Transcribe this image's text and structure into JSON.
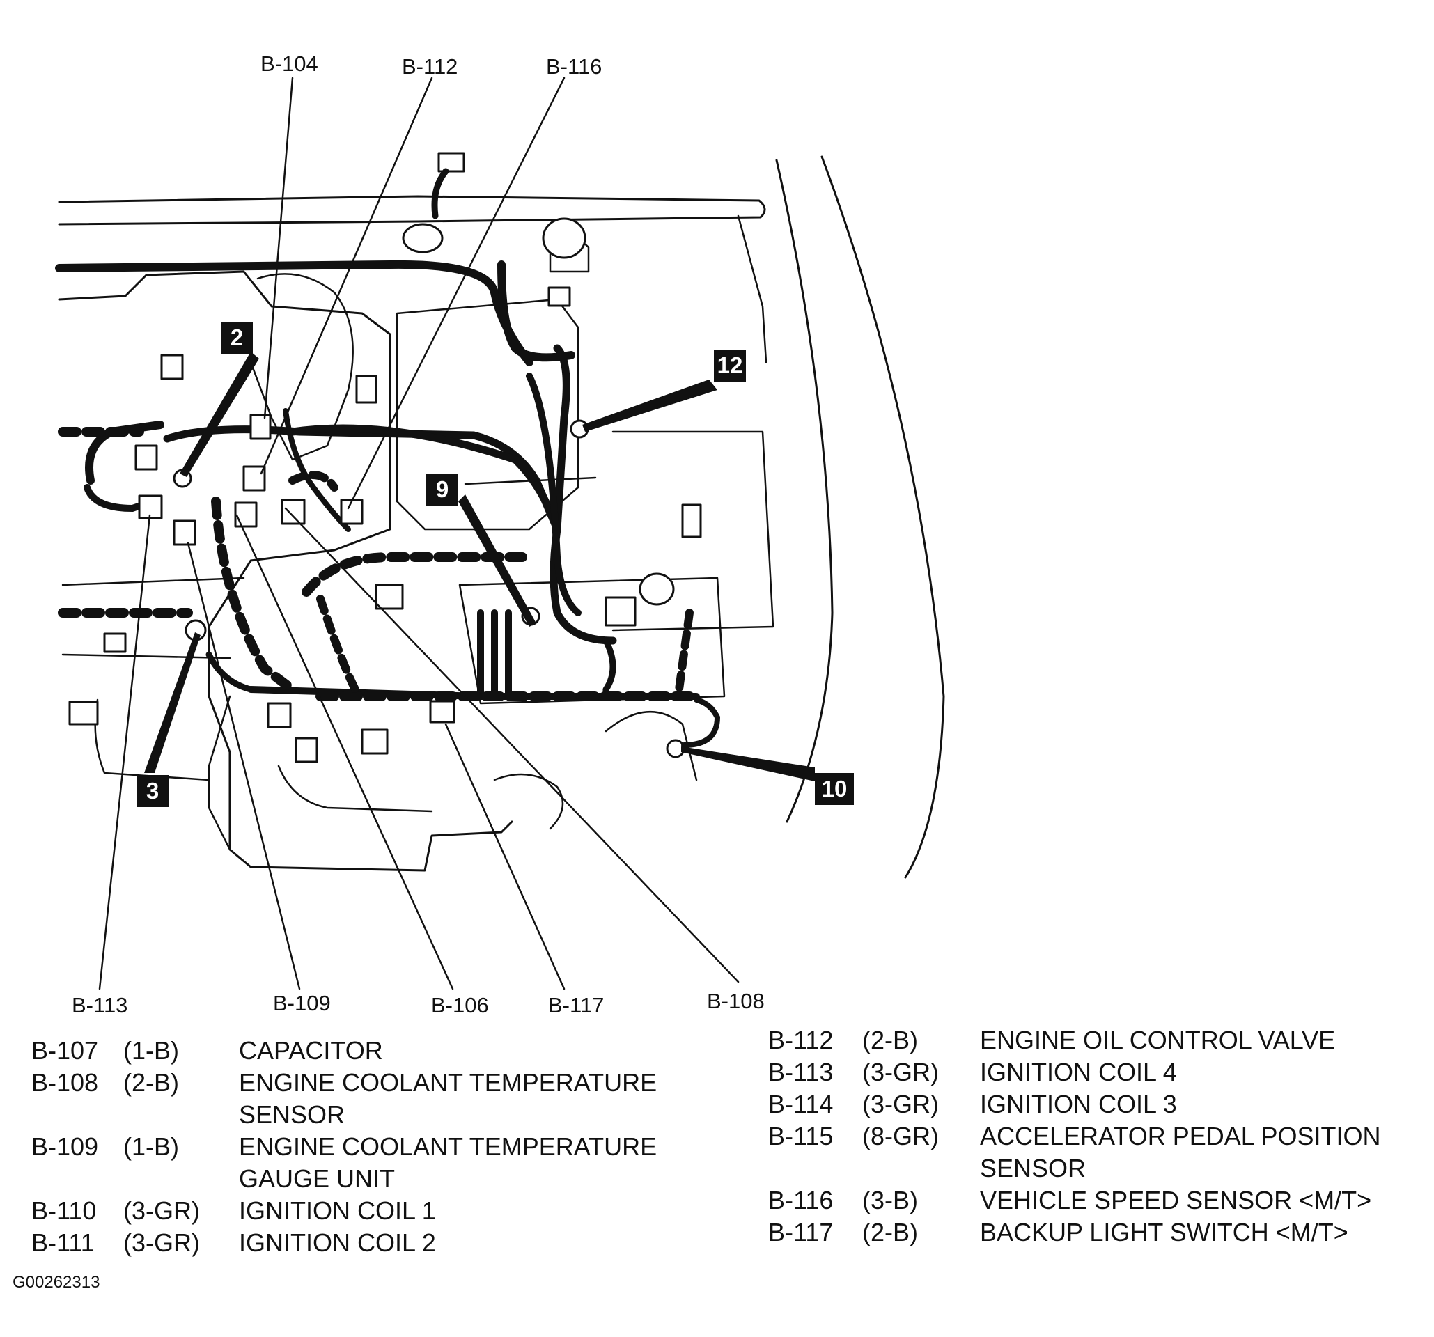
{
  "callouts": {
    "top": [
      "B-104",
      "B-112",
      "B-116"
    ],
    "bottom": [
      "B-113",
      "B-109",
      "B-106",
      "B-117",
      "B-108"
    ]
  },
  "badges": [
    "2",
    "12",
    "9",
    "3",
    "10"
  ],
  "legend_left": [
    {
      "code": "B-107",
      "pins": "(1-B)",
      "desc": "CAPACITOR"
    },
    {
      "code": "B-108",
      "pins": "(2-B)",
      "desc": "ENGINE COOLANT TEMPERATURE SENSOR"
    },
    {
      "code": "B-109",
      "pins": "(1-B)",
      "desc": "ENGINE COOLANT TEMPERATURE GAUGE UNIT"
    },
    {
      "code": "B-110",
      "pins": "(3-GR)",
      "desc": "IGNITION COIL 1"
    },
    {
      "code": "B-111",
      "pins": "(3-GR)",
      "desc": "IGNITION COIL 2"
    }
  ],
  "legend_right": [
    {
      "code": "B-112",
      "pins": "(2-B)",
      "desc": "ENGINE OIL CONTROL VALVE"
    },
    {
      "code": "B-113",
      "pins": "(3-GR)",
      "desc": "IGNITION COIL 4"
    },
    {
      "code": "B-114",
      "pins": "(3-GR)",
      "desc": "IGNITION COIL 3"
    },
    {
      "code": "B-115",
      "pins": "(8-GR)",
      "desc": "ACCELERATOR PEDAL POSITION SENSOR"
    },
    {
      "code": "B-116",
      "pins": "(3-B)",
      "desc": "VEHICLE SPEED SENSOR <M/T>"
    },
    {
      "code": "B-117",
      "pins": "(2-B)",
      "desc": "BACKUP LIGHT SWITCH <M/T>"
    }
  ],
  "figure_id": "G00262313"
}
